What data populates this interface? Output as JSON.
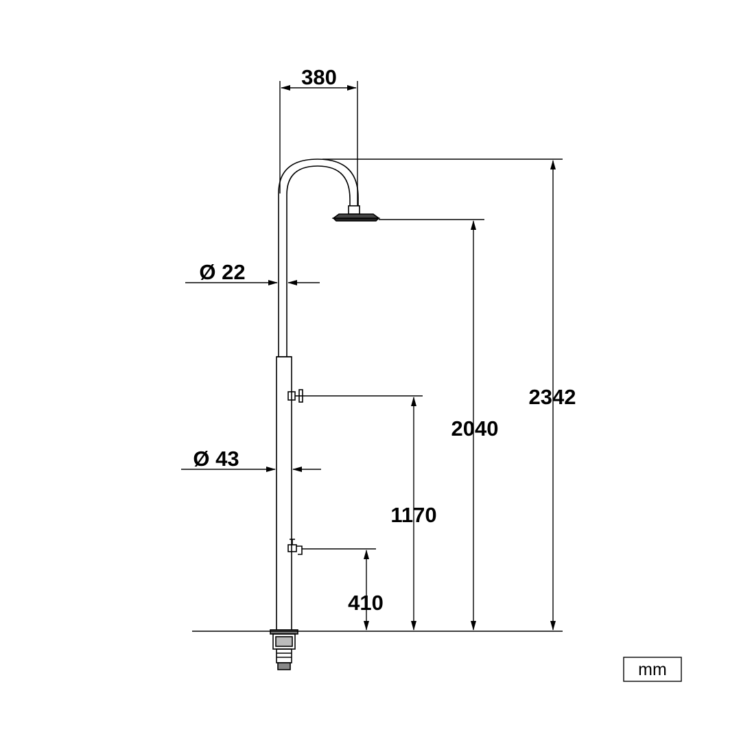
{
  "dimensions": {
    "arm_reach": "380",
    "head_height": "2040",
    "total_height": "2342",
    "upper_pipe_diameter": "Ø 22",
    "lower_column_diameter": "Ø 43",
    "mixer_height": "1170",
    "tap_height": "410"
  },
  "units": {
    "label": "mm"
  },
  "colors": {
    "line": "#000000",
    "background": "#ffffff"
  }
}
